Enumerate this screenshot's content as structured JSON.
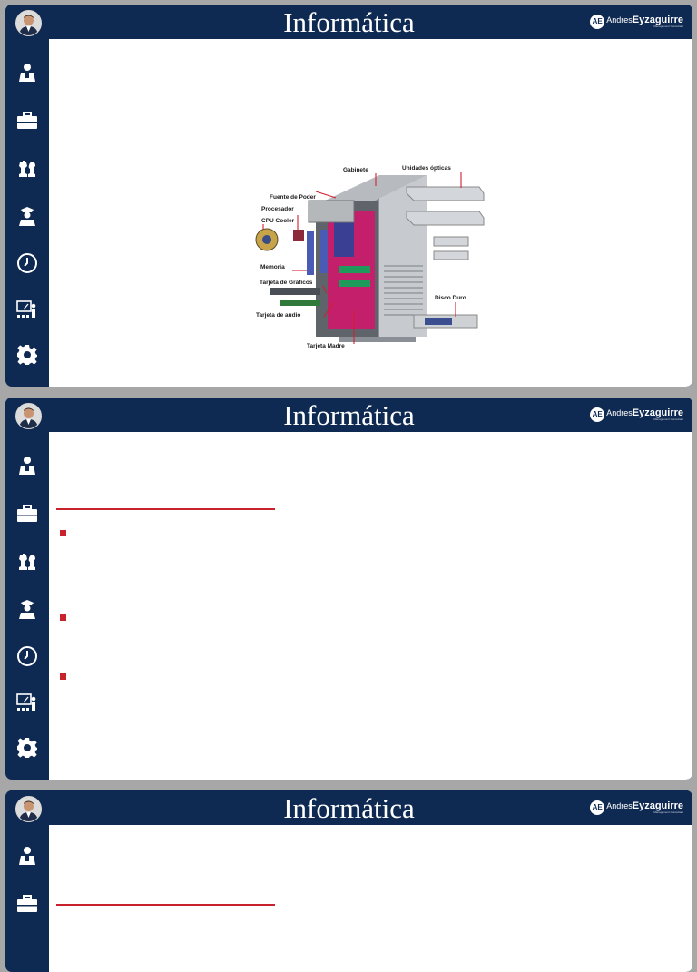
{
  "slides": [
    {
      "title": "Informática",
      "logo": {
        "mark": "AE",
        "first": "Andres",
        "last": "Eyzaguirre",
        "sub": "Management Consultant"
      },
      "sidebar_icons": [
        "person-icon",
        "briefcase-icon",
        "chess-icon",
        "officer-icon",
        "clock-icon",
        "presentation-icon",
        "gear-icon"
      ],
      "diagram_labels": {
        "gabinete": "Gabinete",
        "unidades_opticas": "Unidades ópticas",
        "fuente_de_poder": "Fuente de Poder",
        "procesador": "Procesador",
        "cpu_cooler": "CPU Cooler",
        "memoria": "Memoria",
        "tarjeta_de_graficos": "Tarjeta de Gráficos",
        "disco_duro": "Disco Duro",
        "tarjeta_de_audio": "Tarjeta de audio",
        "tarjeta_madre": "Tarjeta Madre"
      }
    },
    {
      "title": "Informática",
      "logo": {
        "mark": "AE",
        "first": "Andres",
        "last": "Eyzaguirre",
        "sub": "Management Consultant"
      }
    },
    {
      "title": "Informática",
      "logo": {
        "mark": "AE",
        "first": "Andres",
        "last": "Eyzaguirre",
        "sub": "Management Consultant"
      }
    }
  ],
  "colors": {
    "navy": "#0f2a52",
    "accent_red": "#c8232c",
    "page_gray": "#a7a7a7"
  }
}
